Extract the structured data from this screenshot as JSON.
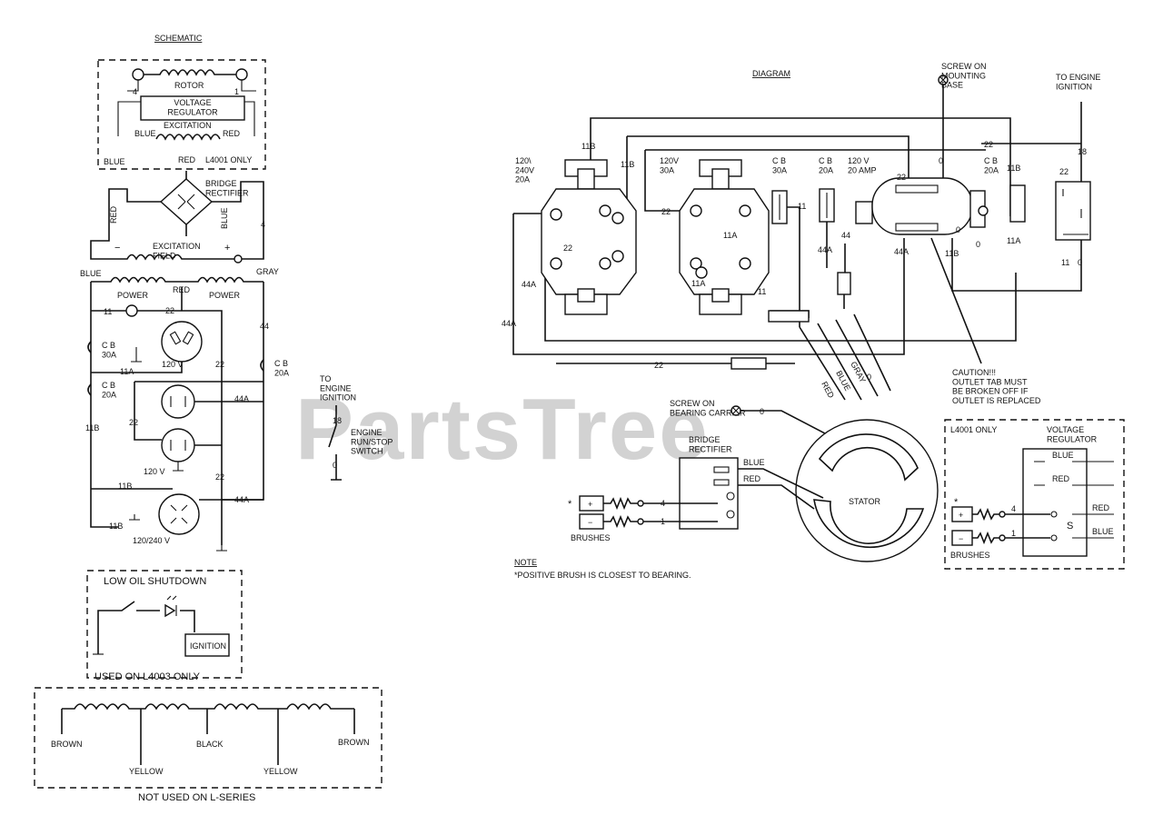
{
  "watermark": "PartsTree",
  "schematic": {
    "title": "SCHEMATIC",
    "rotor": "ROTOR",
    "pin_4": "4",
    "pin_1": "1",
    "voltage_regulator": "VOLTAGE\nREGULATOR",
    "excitation": "EXCITATION",
    "blue": "BLUE",
    "red": "RED",
    "blue_out": "BLUE",
    "red_out": "RED",
    "l4001_only": "L4001 ONLY",
    "bridge_rectifier": "BRIDGE\nRECTIFIER",
    "red_side": "RED",
    "blue_side": "BLUE",
    "wire_4": "4",
    "excitation_field": "EXCITATION\nFIELD",
    "minus": "−",
    "plus": "+",
    "power_left": "POWER",
    "power_right": "POWER",
    "blue_top": "BLUE",
    "red_mid": "RED",
    "gray_top": "GRAY",
    "w11": "11",
    "w22_top": "22",
    "cb30a": "C B\n30A",
    "v120": "120  V",
    "w11a": "11A",
    "w22_mid": "22",
    "cb20a_left": "C B\n20A",
    "w44": "44",
    "cb20a_right": "C B\n20A",
    "w44a_1": "44A",
    "w22_dup": "22",
    "w11b": "11B",
    "v120_dup": "120  V",
    "w22_low": "22",
    "w11b_2": "11B",
    "w44a_2": "44A",
    "w11b_3": "11B",
    "v120_240": "120/240  V",
    "to_engine_ignition": "TO\nENGINE\nIGNITION",
    "w18": "18",
    "engine_switch": "ENGINE\nRUN/STOP\nSWITCH",
    "w0": "0"
  },
  "low_oil": {
    "title": "LOW OIL SHUTDOWN",
    "ignition": "IGNITION",
    "used_on": "USED ON L4003 ONLY"
  },
  "stator_windings": {
    "brown_left": "BROWN",
    "yellow_left": "YELLOW",
    "black": "BLACK",
    "yellow_right": "YELLOW",
    "brown_right": "BROWN",
    "not_used": "NOT USED ON L-SERIES"
  },
  "diagram": {
    "title": "DIAGRAM",
    "screw_mounting": "SCREW ON\nMOUNTING\nBASE",
    "to_engine_ignition": "TO ENGINE\nIGNITION",
    "rec1_rating": "120\\\n240V\n20A",
    "rec2_rating": "120V\n30A",
    "cb30a": "C B\n30A",
    "cb20a_a": "C B\n20A",
    "rec3_rating": "120 V\n20 AMP",
    "cb20a_b": "C B\n20A",
    "w11b_a": "11B",
    "w11b_b": "11B",
    "w22_a": "22",
    "w22_b": "22",
    "w22_c": "22",
    "w22_d": "22",
    "w22_e": "22",
    "w22_f": "22",
    "w11_a": "11",
    "w11_b": "11",
    "w11_c": "11",
    "w11a_a": "11A",
    "w11a_b": "11A",
    "w11a_c": "11A",
    "w44_a": "44",
    "w44a_a": "44A",
    "w44a_b": "44A",
    "w44a_c": "44A",
    "w44a_d": "44A",
    "w11b_c": "11B",
    "w11b_d": "11B",
    "w18": "18",
    "w0_a": "0",
    "w0_b": "0",
    "w0_c": "0",
    "w0_d": "0",
    "w0_e": "0",
    "w0_f": "0",
    "caution": "CAUTION!!!\nOUTLET TAB MUST\nBE BROKEN OFF IF\nOUTLET IS REPLACED",
    "red": "RED",
    "blue": "BLUE",
    "gray": "GRAY",
    "screw_bearing": "SCREW ON\nBEARING CARRIER",
    "bridge_rectifier": "BRIDGE\nRECTIFIER",
    "blue_wire": "BLUE",
    "red_wire": "RED",
    "stator": "STATOR",
    "star": "*",
    "plus": "+",
    "minus": "−",
    "pin4": "4",
    "pin1": "1",
    "brushes": "BRUSHES",
    "note_title": "NOTE",
    "note_text": "*POSITIVE BRUSH IS CLOSEST TO BEARING."
  },
  "regulator_box": {
    "l4001_only": "L4001 ONLY",
    "voltage_regulator": "VOLTAGE\nREGULATOR",
    "blue_top": "BLUE",
    "red_top": "RED",
    "star": "*",
    "plus": "+",
    "minus": "−",
    "pin4": "4",
    "pin1": "1",
    "s": "S",
    "red": "RED",
    "blue": "BLUE",
    "brushes": "BRUSHES"
  }
}
